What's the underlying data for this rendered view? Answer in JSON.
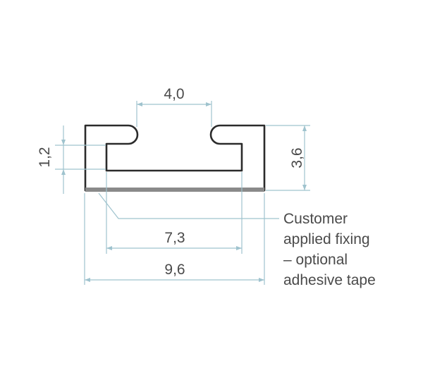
{
  "dimensions": {
    "slot_width": "4,0",
    "lip_height": "1,2",
    "total_height": "3,6",
    "inner_width": "7,3",
    "total_width": "9,6"
  },
  "callout": {
    "lines": [
      "Customer",
      "applied fixing",
      "– optional",
      "adhesive tape"
    ]
  },
  "colors": {
    "outline": "#2b2b2b",
    "dimension": "#9fc3ce",
    "tape": "#8a8a8a",
    "text": "#4a4a4a"
  }
}
